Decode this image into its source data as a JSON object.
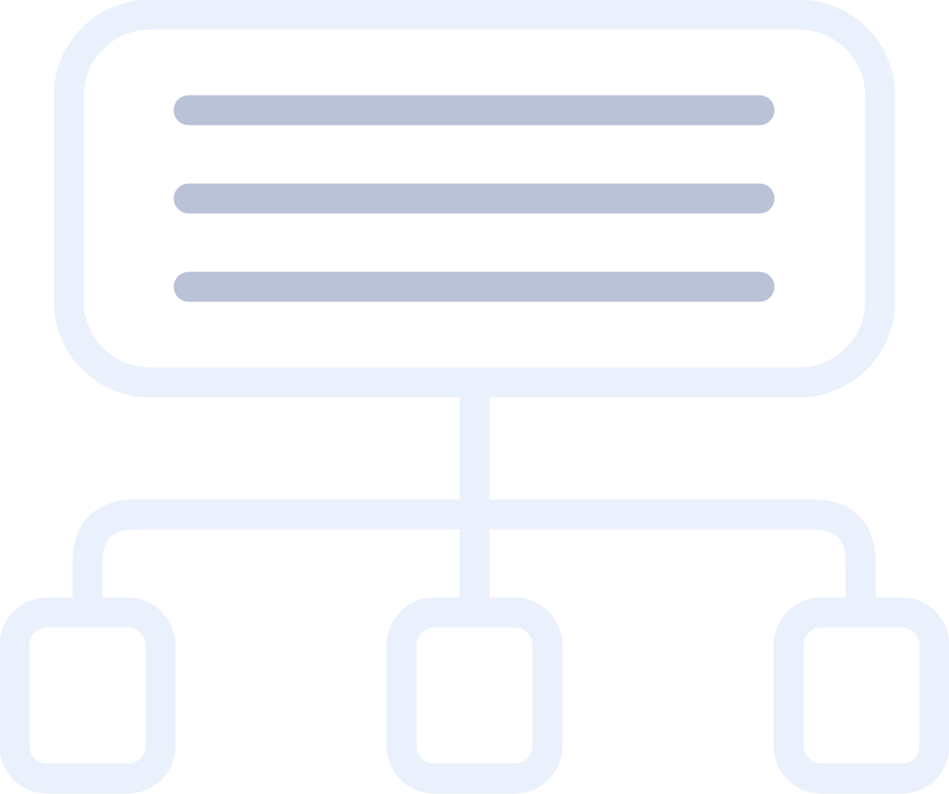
{
  "icon": {
    "name": "hierarchy-diagram-icon",
    "colors": {
      "outline": "#EAF0FC",
      "lines": "#B9C2D7",
      "background": "#FFFFFF"
    },
    "parts": {
      "parent_box": "parent-node-box",
      "text_lines": 3,
      "child_nodes": 3
    }
  }
}
